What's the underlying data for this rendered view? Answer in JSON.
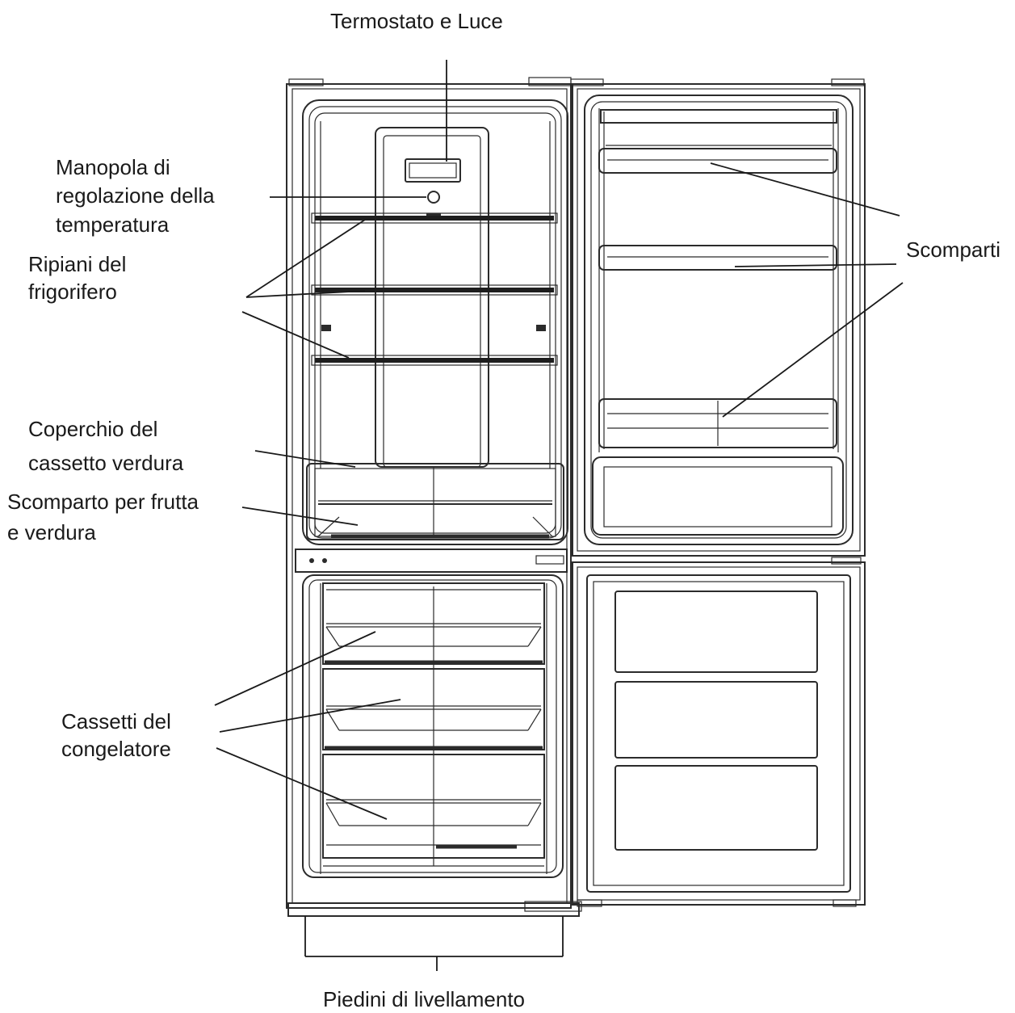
{
  "labels": {
    "thermostat": "Termostato e Luce",
    "knob_line1": "Manopola di",
    "knob_line2": "regolazione della",
    "knob_line3": "temperatura",
    "shelves_line1": "Ripiani del",
    "shelves_line2": "frigorifero",
    "crisper_cover_line1": "Coperchio del",
    "crisper_cover_line2": "cassetto verdura",
    "crisper_line1": "Scomparto per frutta",
    "crisper_line2": "e verdura",
    "freezer_drawers_line1": "Cassetti del",
    "freezer_drawers_line2": "congelatore",
    "door_bins": "Scomparti",
    "feet": "Piedini di livellamento"
  }
}
